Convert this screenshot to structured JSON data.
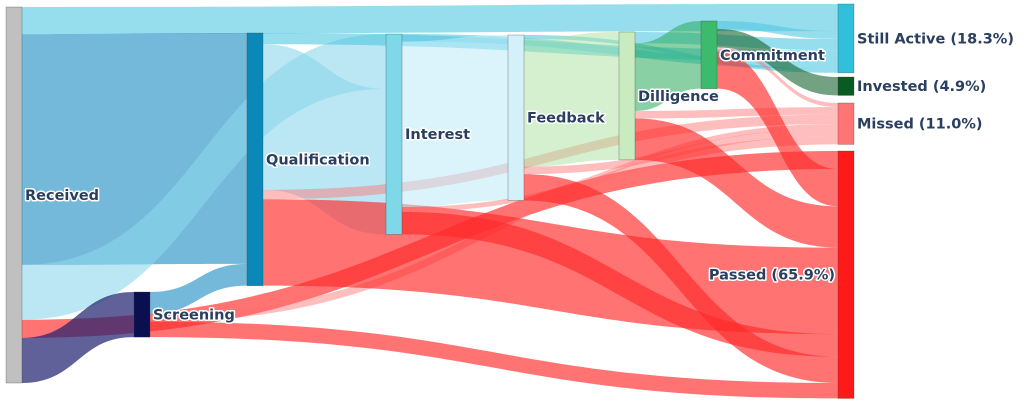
{
  "chart_data": {
    "type": "sankey",
    "title": "",
    "units": "relative flow (total received = 1000, estimated)",
    "nodes": [
      {
        "id": "received",
        "label": "Received",
        "color": "#c0c0c0"
      },
      {
        "id": "screening",
        "label": "Screening",
        "color": "#0a0f4f"
      },
      {
        "id": "qualification",
        "label": "Qualification",
        "color": "#0a88b8"
      },
      {
        "id": "interest",
        "label": "Interest",
        "color": "#7fd8e8"
      },
      {
        "id": "feedback",
        "label": "Feedback",
        "color": "#d4f0f8"
      },
      {
        "id": "dilligence",
        "label": "Dilligence",
        "color": "#c8ecbf"
      },
      {
        "id": "commitment",
        "label": "Commitment",
        "color": "#3dbb6c"
      },
      {
        "id": "still_active",
        "label": "Still Active (18.3%)",
        "color": "#30c0dc"
      },
      {
        "id": "invested",
        "label": "Invested (4.9%)",
        "color": "#0a5a24"
      },
      {
        "id": "missed",
        "label": "Missed (11.0%)",
        "color": "#ff7575"
      },
      {
        "id": "passed",
        "label": "Passed (65.9%)",
        "color": "#ff1a1a"
      }
    ],
    "links": [
      {
        "source": "received",
        "target": "still_active",
        "value": 72
      },
      {
        "source": "received",
        "target": "qualification",
        "value": 614
      },
      {
        "source": "received",
        "target": "interest",
        "value": 146
      },
      {
        "source": "received",
        "target": "passed",
        "value": 48
      },
      {
        "source": "received",
        "target": "screening",
        "value": 120
      },
      {
        "source": "screening",
        "target": "qualification",
        "value": 58
      },
      {
        "source": "screening",
        "target": "missed",
        "value": 21
      },
      {
        "source": "screening",
        "target": "passed",
        "value": 41
      },
      {
        "source": "qualification",
        "target": "still_active",
        "value": 30
      },
      {
        "source": "qualification",
        "target": "interest",
        "value": 387
      },
      {
        "source": "qualification",
        "target": "missed",
        "value": 25
      },
      {
        "source": "qualification",
        "target": "passed",
        "value": 230
      },
      {
        "source": "interest",
        "target": "still_active",
        "value": 20
      },
      {
        "source": "interest",
        "target": "feedback",
        "value": 440
      },
      {
        "source": "interest",
        "target": "missed",
        "value": 13
      },
      {
        "source": "interest",
        "target": "passed",
        "value": 60
      },
      {
        "source": "feedback",
        "target": "still_active",
        "value": 10
      },
      {
        "source": "feedback",
        "target": "dilligence",
        "value": 340
      },
      {
        "source": "feedback",
        "target": "missed",
        "value": 20
      },
      {
        "source": "feedback",
        "target": "passed",
        "value": 70
      },
      {
        "source": "dilligence",
        "target": "still_active",
        "value": 30
      },
      {
        "source": "dilligence",
        "target": "commitment",
        "value": 180
      },
      {
        "source": "dilligence",
        "target": "missed",
        "value": 20
      },
      {
        "source": "dilligence",
        "target": "passed",
        "value": 110
      },
      {
        "source": "commitment",
        "target": "still_active",
        "value": 21
      },
      {
        "source": "commitment",
        "target": "invested",
        "value": 49
      },
      {
        "source": "commitment",
        "target": "missed",
        "value": 11
      },
      {
        "source": "commitment",
        "target": "passed",
        "value": 99
      }
    ],
    "link_colors": {
      "still_active": "rgba(80,200,225,0.6)",
      "qualification": "rgba(70,160,205,0.75)",
      "interest": "rgba(140,215,235,0.6)",
      "feedback": "rgba(190,235,248,0.55)",
      "dilligence": "rgba(170,225,160,0.5)",
      "commitment": "rgba(40,170,90,0.55)",
      "invested": "rgba(20,100,45,0.6)",
      "missed": "rgba(255,110,110,0.45)",
      "passed": "rgba(255,40,40,0.65)",
      "screening": "rgba(30,30,110,0.7)"
    }
  }
}
